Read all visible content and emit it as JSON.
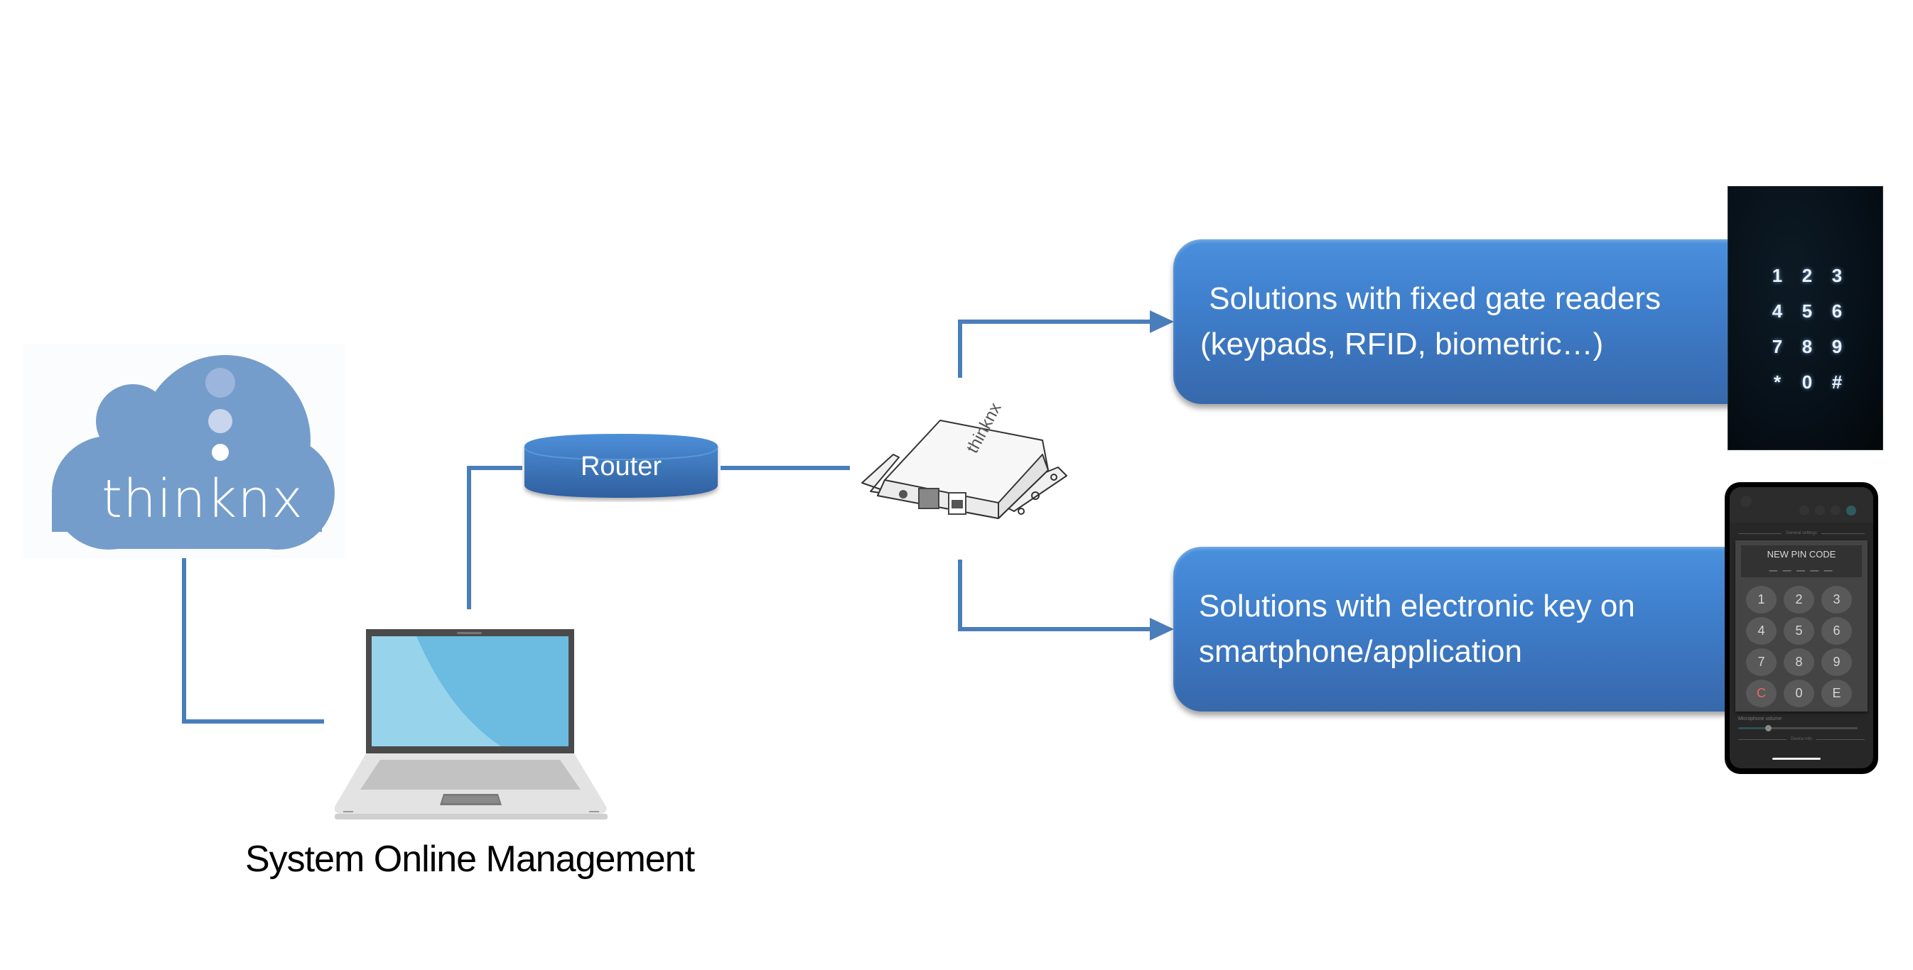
{
  "diagram": {
    "cloud": {
      "brand_text": "thinknx",
      "color": "#759dcb"
    },
    "router": {
      "label": "Router"
    },
    "device": {
      "brand_text": "thinknx"
    },
    "laptop": {
      "caption": "System Online Management"
    },
    "solutions": [
      {
        "lines": [
          " Solutions with fixed gate readers",
          "(keypads, RFID, biometric…)"
        ],
        "image": {
          "type": "keypad",
          "keys": [
            "1",
            "2",
            "3",
            "4",
            "5",
            "6",
            "7",
            "8",
            "9",
            "*",
            "0",
            "#"
          ]
        }
      },
      {
        "lines": [
          "Solutions with electronic key on",
          "smartphone/application"
        ],
        "image": {
          "type": "phone-app",
          "section_header": "General settings",
          "pin_title": "NEW PIN CODE",
          "pin_placeholder": "— — — — —",
          "keys": [
            "1",
            "2",
            "3",
            "4",
            "5",
            "6",
            "7",
            "8",
            "9",
            "C",
            "0",
            "E"
          ],
          "slider_label": "Microphone volume",
          "slider_value_fraction": 0.25,
          "footer_section": "Device info"
        }
      }
    ],
    "colors": {
      "connector": "#4a7ebb",
      "box_top": "#4a90dd",
      "box_bottom": "#3768ac",
      "clear_key": "#e46a6a"
    }
  }
}
